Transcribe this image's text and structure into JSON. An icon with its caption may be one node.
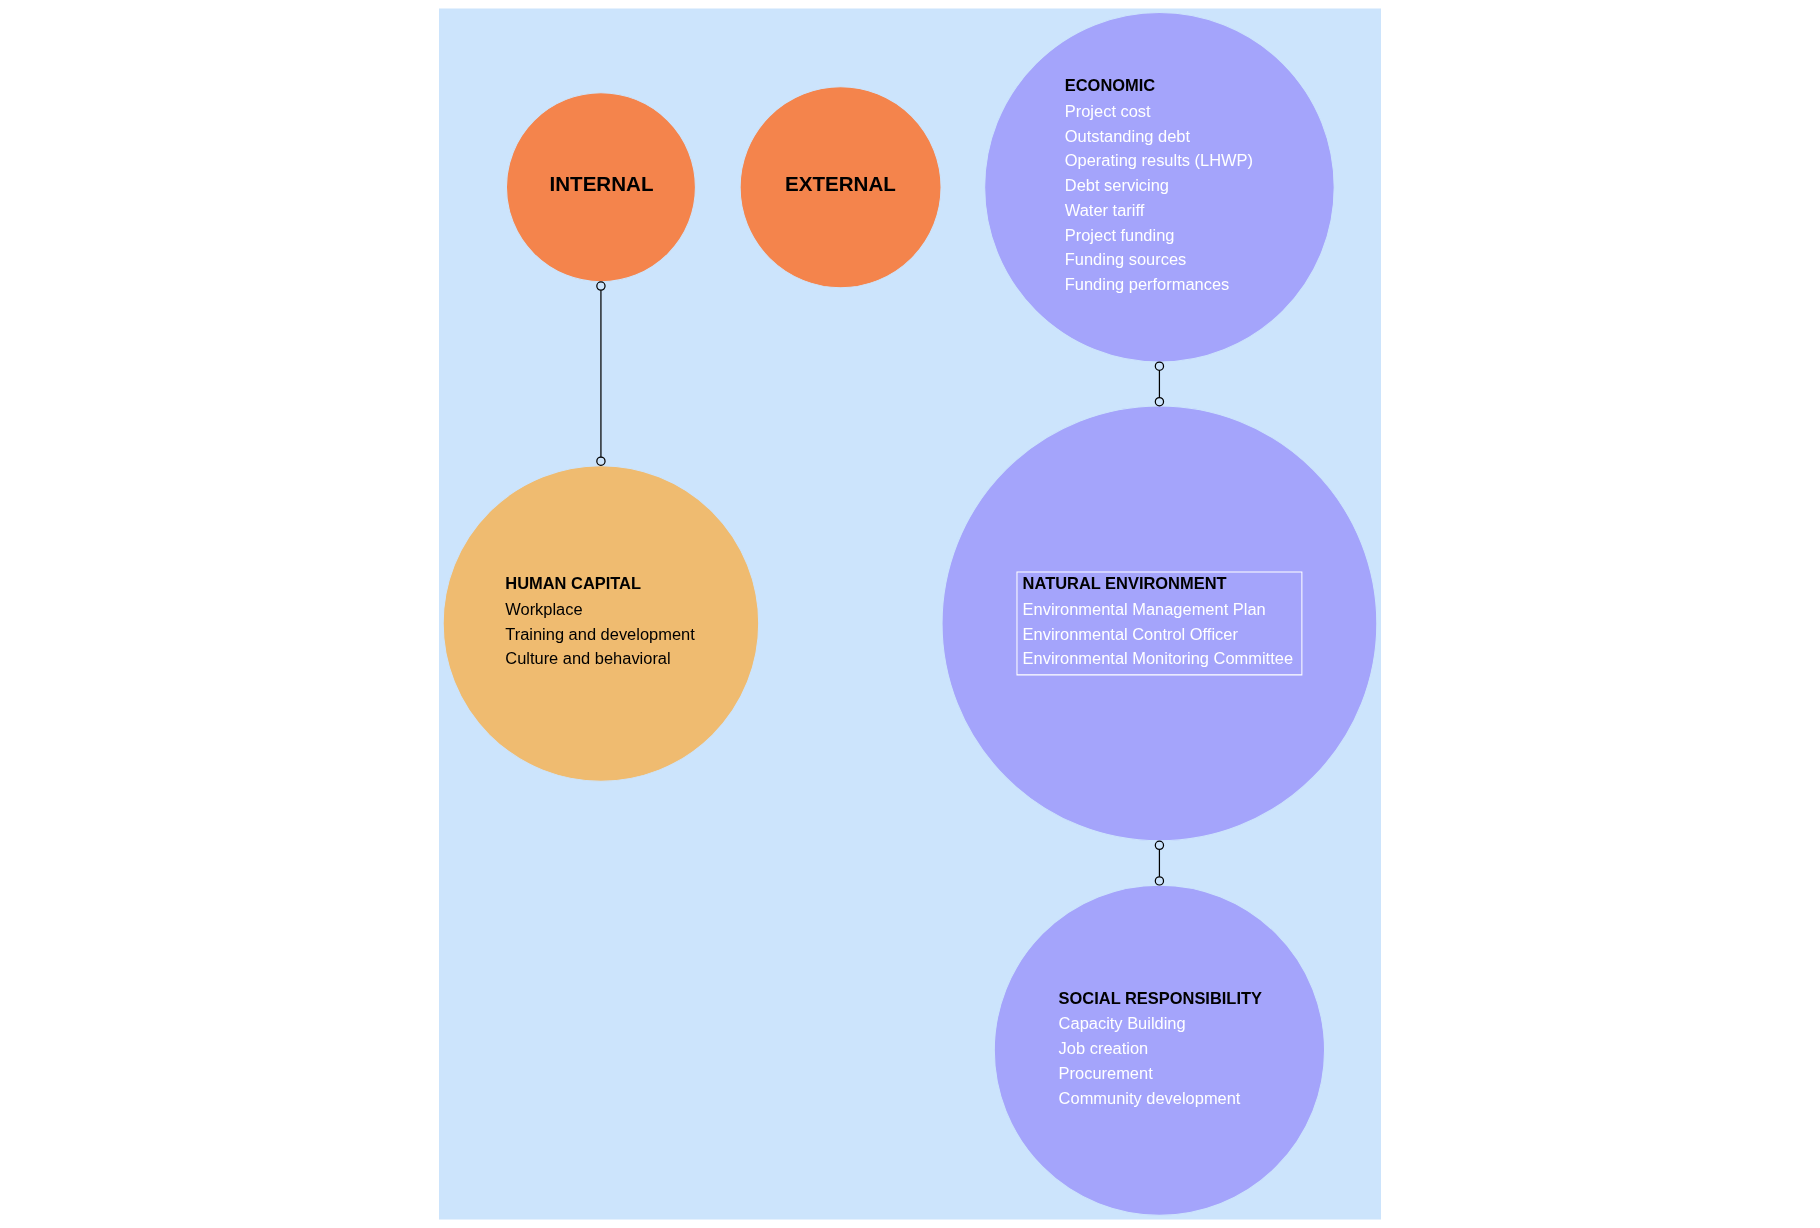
{
  "diagram": {
    "nodes": [
      {
        "text": [
          "INTERNAL"
        ]
      },
      {
        "text": [
          "EXTERNAL"
        ]
      },
      {
        "text": [
          "ECONOMIC",
          "Project cost",
          "Outstanding debt",
          "Operating results (LHWP)",
          "Debt servicing",
          "Water tariff",
          "Project funding",
          "Funding sources",
          "Funding performances"
        ]
      },
      {
        "text": [
          "HUMAN CAPITAL",
          "Workplace",
          "Training and development",
          "Culture and behavioral"
        ]
      },
      {
        "text": [
          "NATURAL ENVIRONMENT",
          "Environmental Management Plan",
          "Environmental Control Officer",
          "Environmental Monitoring Committee"
        ]
      },
      {
        "text": [
          "SOCIAL RESPONSIBILITY",
          "Capacity Building",
          "Job creation",
          "Procurement",
          "Community development"
        ]
      }
    ],
    "edges": [
      {
        "from": 0,
        "to": 3,
        "arrow": "other"
      },
      {
        "from": 2,
        "to": 4,
        "arrow": "other"
      },
      {
        "from": 4,
        "to": 5,
        "arrow": "other"
      }
    ]
  }
}
